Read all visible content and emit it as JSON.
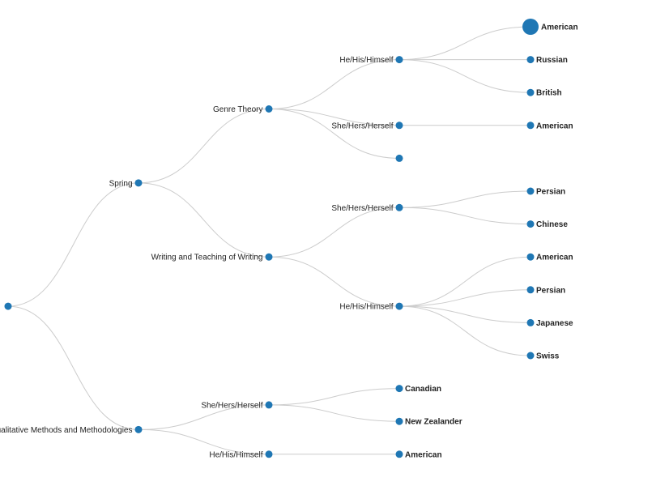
{
  "colors": {
    "node": "#1f77b4",
    "link": "#cccccc",
    "text": "#222222"
  },
  "tree": {
    "label": "",
    "children": [
      {
        "label": "Spring",
        "children": [
          {
            "label": "Genre Theory",
            "children": [
              {
                "label": "He/His/Himself",
                "children": [
                  {
                    "label": "American",
                    "emphasized": true
                  },
                  {
                    "label": "Russian"
                  },
                  {
                    "label": "British"
                  }
                ]
              },
              {
                "label": "She/Hers/Herself",
                "children": [
                  {
                    "label": "American"
                  }
                ]
              },
              {
                "label": ""
              }
            ]
          },
          {
            "label": "Writing and Teaching of Writing",
            "children": [
              {
                "label": "She/Hers/Herself",
                "children": [
                  {
                    "label": "Persian"
                  },
                  {
                    "label": "Chinese"
                  }
                ]
              },
              {
                "label": "He/His/Himself",
                "children": [
                  {
                    "label": "American"
                  },
                  {
                    "label": "Persian"
                  },
                  {
                    "label": "Japanese"
                  },
                  {
                    "label": "Swiss"
                  }
                ]
              }
            ]
          }
        ]
      },
      {
        "label": "Qualitative Methods and Methodologies",
        "children": [
          {
            "label": "She/Hers/Herself",
            "children": [
              {
                "label": "Canadian"
              },
              {
                "label": "New Zealander"
              }
            ]
          },
          {
            "label": "He/His/Himself",
            "children": [
              {
                "label": "American"
              }
            ]
          }
        ]
      }
    ]
  }
}
